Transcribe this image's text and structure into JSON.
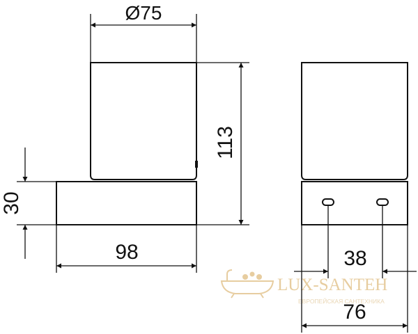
{
  "dimensions": {
    "diameter": "Ø75",
    "height": "113",
    "base_height": "30",
    "base_width": "98",
    "mount_spacing": "38",
    "total_depth": "76"
  },
  "watermark": {
    "brand": "LUX-SANTEH",
    "tagline": "ЕВРОПЕЙСКАЯ САНТЕХНИКА"
  },
  "colors": {
    "line": "#111111",
    "watermark": "#e7cda0"
  }
}
